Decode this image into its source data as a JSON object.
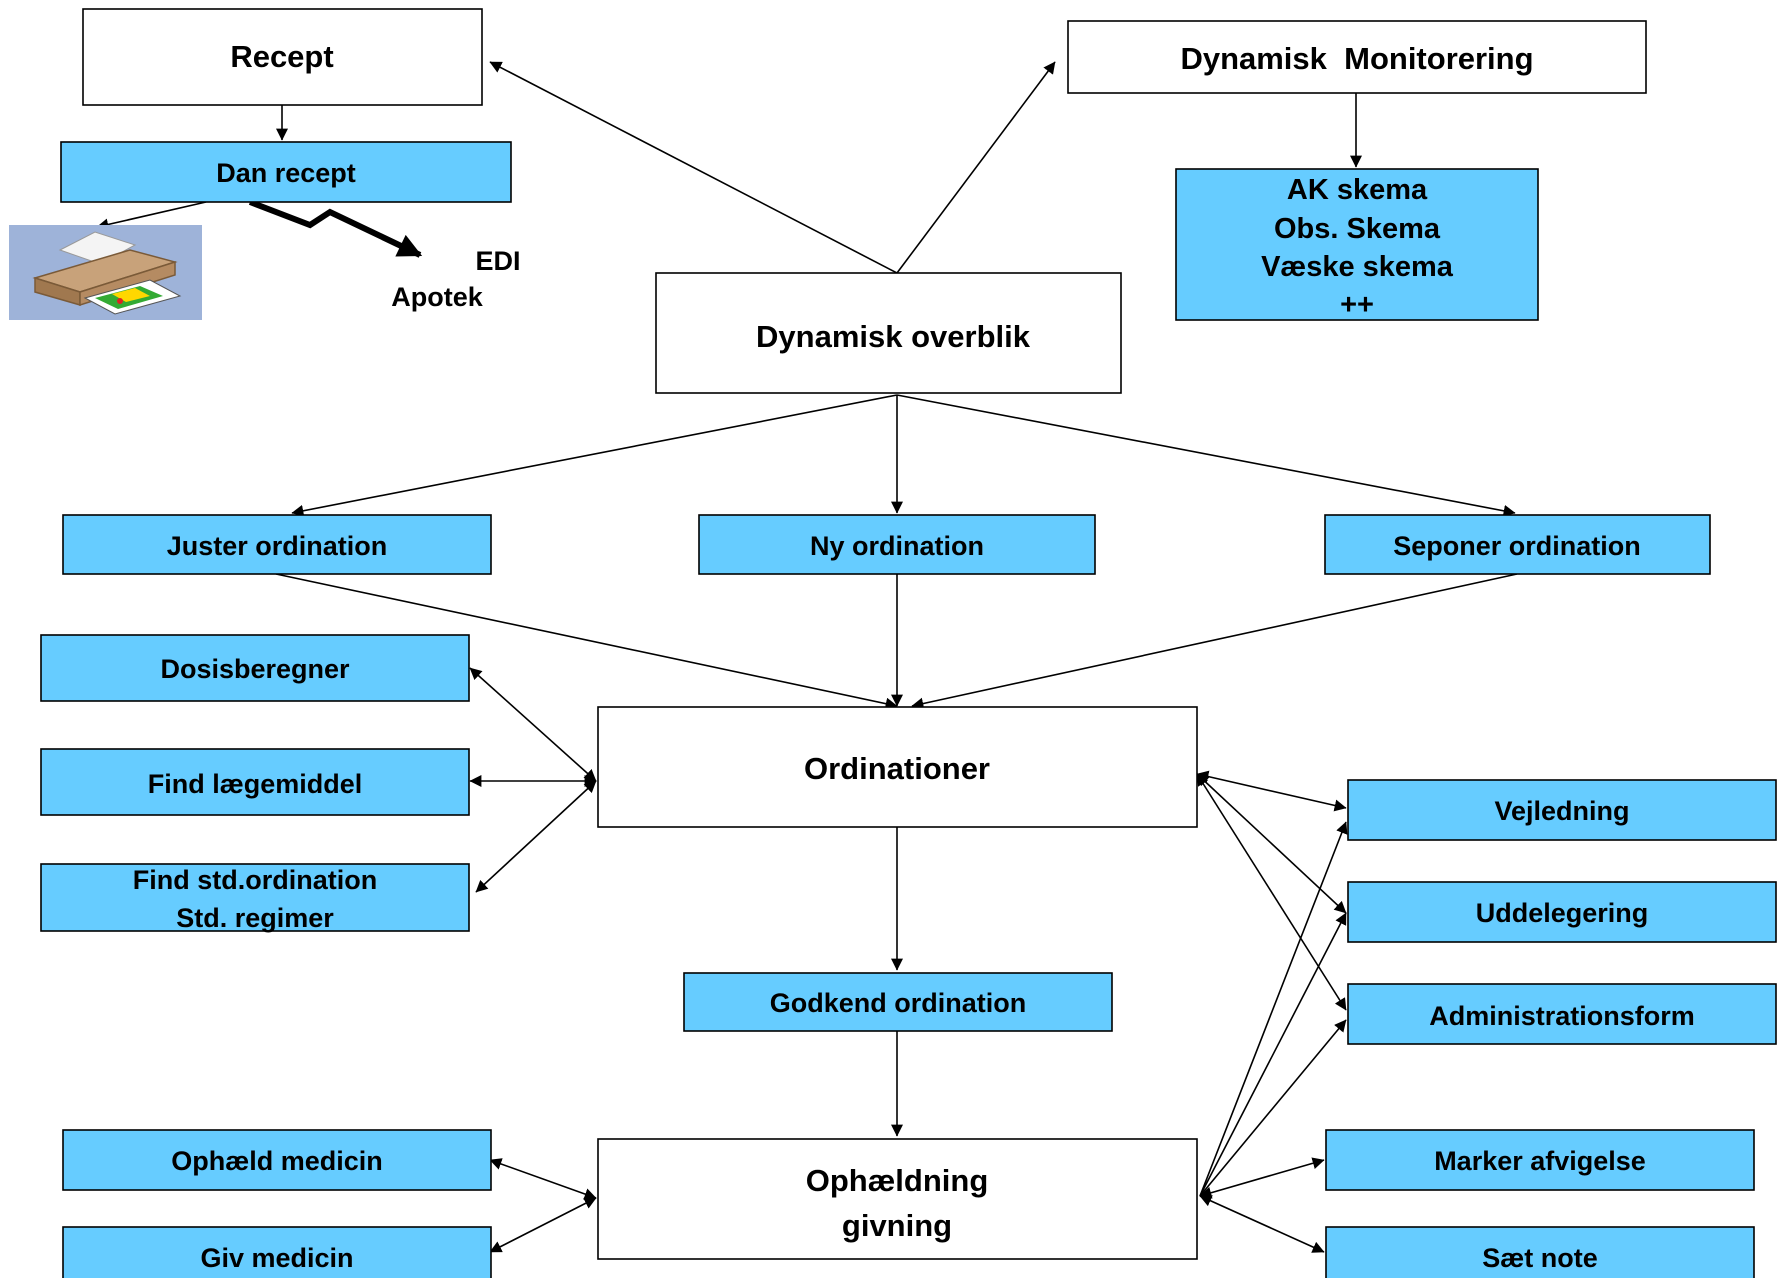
{
  "boxes": {
    "recept": "Recept",
    "dan_recept": "Dan recept",
    "edi": "EDI",
    "apotek": "Apotek",
    "dynamisk_monitorering": "Dynamisk  Monitorering",
    "ak_skema": [
      "AK skema",
      "Obs. Skema",
      "Væske skema",
      "++"
    ],
    "dynamisk_overblik": "Dynamisk overblik",
    "juster_ordination": "Juster ordination",
    "ny_ordination": "Ny ordination",
    "seponer_ordination": "Seponer ordination",
    "dosisberegner": "Dosisberegner",
    "find_laegemiddel": "Find lægemiddel",
    "find_std": [
      "Find std.ordination",
      "Std. regimer"
    ],
    "ordinationer": "Ordinationer",
    "vejledning": "Vejledning",
    "uddelegering": "Uddelegering",
    "administrationsform": "Administrationsform",
    "godkend_ordination": "Godkend ordination",
    "ophaeld_medicin": "Ophæld medicin",
    "giv_medicin": "Giv medicin",
    "ophaeldning": [
      "Ophældning",
      "givning"
    ],
    "marker_afvigelse": "Marker afvigelse",
    "saet_note": "Sæt note"
  },
  "colors": {
    "action_fill": "#66CCFF",
    "plain_fill": "#FFFFFF",
    "stroke": "#000000"
  },
  "icons": {
    "printer": "printer-icon"
  }
}
